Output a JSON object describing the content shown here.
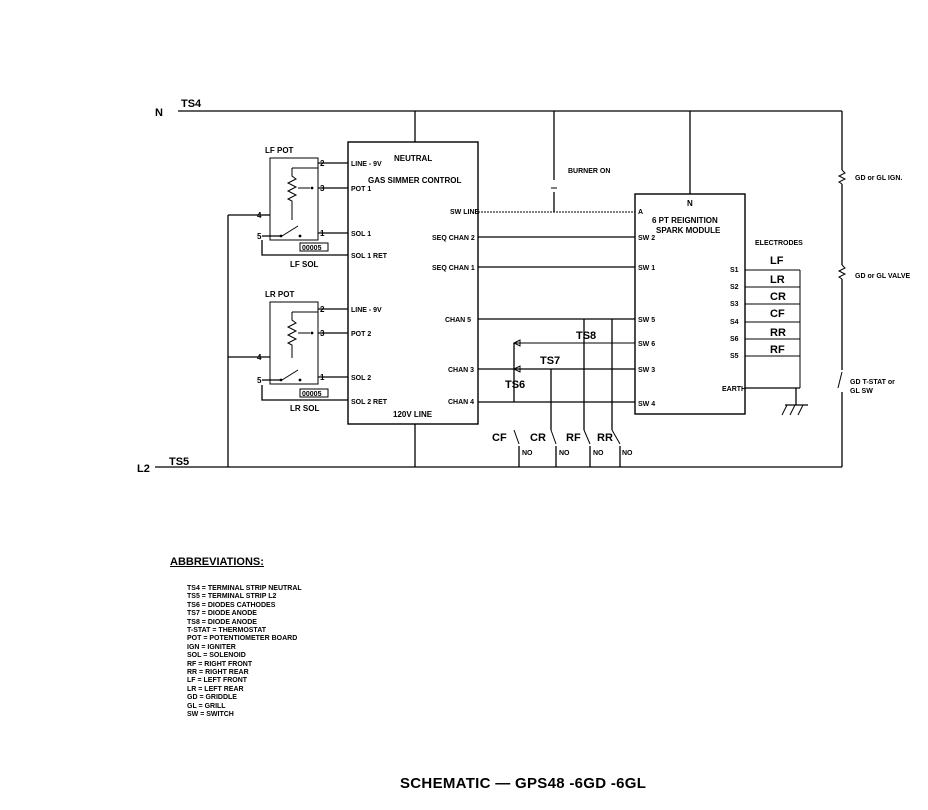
{
  "lines": {
    "neutral": "N",
    "l2": "L2",
    "ts4": "TS4",
    "ts5": "TS5"
  },
  "simmer": {
    "neutral": "NEUTRAL",
    "title": "GAS SIMMER CONTROL",
    "line_9v_1": "LINE - 9V",
    "pot1": "POT 1",
    "sol1": "SOL 1",
    "sol1_ret": "SOL 1 RET",
    "line_9v_2": "LINE - 9V",
    "pot2": "POT 2",
    "sol2": "SOL 2",
    "sol2_ret": "SOL 2 RET",
    "sw_line": "SW LINE",
    "seq_chan2": "SEQ CHAN 2",
    "seq_chan1": "SEQ CHAN 1",
    "chan5": "CHAN 5",
    "chan3": "CHAN 3",
    "chan4": "CHAN 4",
    "line_120v": "120V LINE"
  },
  "spark": {
    "n": "N",
    "title1": "6 PT REIGNITION",
    "title2": "SPARK MODULE",
    "a": "A",
    "sw2": "SW 2",
    "sw1": "SW 1",
    "sw5": "SW 5",
    "sw6": "SW 6",
    "sw3": "SW 3",
    "sw4": "SW 4",
    "s1": "S1",
    "s2": "S2",
    "s3": "S3",
    "s4": "S4",
    "s6": "S6",
    "s5": "S5",
    "earth": "EARTH"
  },
  "electrodes": {
    "title": "ELECTRODES",
    "lf": "LF",
    "lr": "LR",
    "cr": "CR",
    "cf": "CF",
    "rr": "RR",
    "rf": "RF"
  },
  "lf_pot": {
    "title": "LF POT",
    "t2": "2",
    "t3": "3",
    "t1": "1",
    "t4": "4",
    "t5": "5",
    "sol": "LF SOL",
    "coil": "00005"
  },
  "lr_pot": {
    "title": "LR POT",
    "t2": "2",
    "t3": "3",
    "t1": "1",
    "t4": "4",
    "t5": "5",
    "sol": "LR SOL",
    "coil": "00005"
  },
  "burner_on": "BURNER ON",
  "right": {
    "gd_ign": "GD or GL IGN.",
    "gd_valve": "GD or GL VALVE",
    "tstat1": "GD T-STAT or",
    "tstat2": "GL SW"
  },
  "diodes": {
    "ts6": "TS6",
    "ts7": "TS7",
    "ts8": "TS8"
  },
  "switches": {
    "cf": "CF",
    "cr": "CR",
    "rf": "RF",
    "rr": "RR",
    "no": "NO"
  },
  "abbreviations": {
    "title": "ABBREVIATIONS:",
    "items": [
      "TS4 = TERMINAL STRIP NEUTRAL",
      "TS5 = TERMINAL STRIP L2",
      "TS6 = DIODES CATHODES",
      "TS7 = DIODE ANODE",
      "TS8 = DIODE ANODE",
      "T-STAT = THERMOSTAT",
      "POT = POTENTIOMETER BOARD",
      "IGN = IGNITER",
      "SOL = SOLENOID",
      "RF = RIGHT FRONT",
      "RR = RIGHT REAR",
      "LF = LEFT FRONT",
      "LR = LEFT REAR",
      "GD = GRIDDLE",
      "GL = GRILL",
      "SW = SWITCH"
    ]
  },
  "footer_title": "SCHEMATIC — GPS48 -6GD -6GL"
}
